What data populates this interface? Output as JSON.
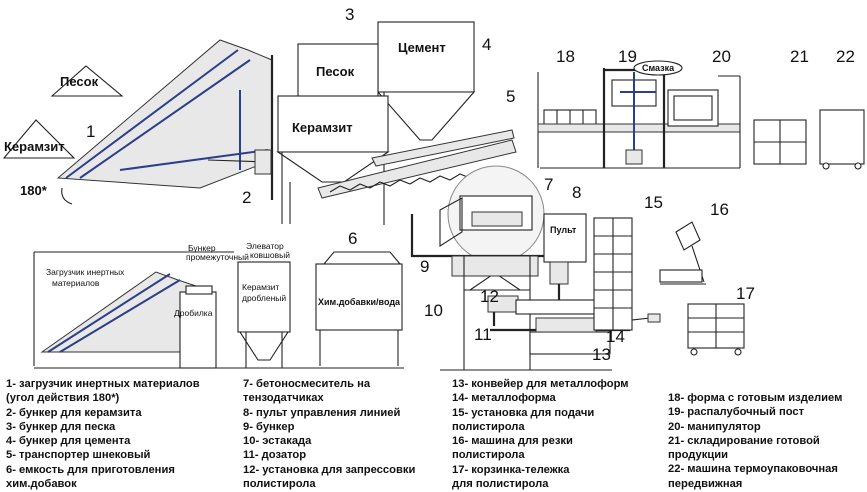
{
  "labels": {
    "pesok_pile": "Песок",
    "keramzit_pile": "Керамзит",
    "angle": "180*",
    "bin_pesok": "Песок",
    "bin_cement": "Цемент",
    "bin_keramzit": "Керамзит",
    "smazka": "Смазка",
    "pult": "Пульт",
    "bunker_promezh": "Бункер\nпромежуточный",
    "elevator": "Элеватор\nковшовый",
    "zagruzchik": "Загрузчик инертных\nматериалов",
    "drobilka": "Дробилка",
    "keramzit_drob": "Керамзит\nдробленый",
    "him": "Хим.добавки/вода"
  },
  "numbers": [
    "1",
    "2",
    "3",
    "4",
    "5",
    "6",
    "7",
    "8",
    "9",
    "10",
    "11",
    "12",
    "13",
    "14",
    "15",
    "16",
    "17",
    "18",
    "19",
    "20",
    "21",
    "22"
  ],
  "legend": {
    "col1": [
      "1- загрузчик инертных материалов",
      "(угол действия 180*)",
      "2- бункер для керамзита",
      "3- бункер для песка",
      "4- бункер для цемента",
      "5- транспортер шнековый",
      "6- емкость для приготовления",
      "хим.добавок"
    ],
    "col2": [
      "7- бетоносмеситель на",
      "тензодатчиках",
      "8- пульт управления линией",
      "9- бункер",
      "10- эстакада",
      "11- дозатор",
      "12- установка для запрессовки",
      "полистирола"
    ],
    "col3": [
      "13- конвейер для металлоформ",
      "14- металлоформа",
      "15- установка для подачи",
      "полистирола",
      "16- машина для резки",
      "полистирола",
      "17- корзинка-тележка",
      "для полистирола"
    ],
    "col4": [
      "18- форма с готовым изделием",
      "19- распалубочный пост",
      "20- манипулятор",
      "21- складирование готовой",
      "продукции",
      "22- машина термоупаковочная",
      "передвижная"
    ]
  }
}
